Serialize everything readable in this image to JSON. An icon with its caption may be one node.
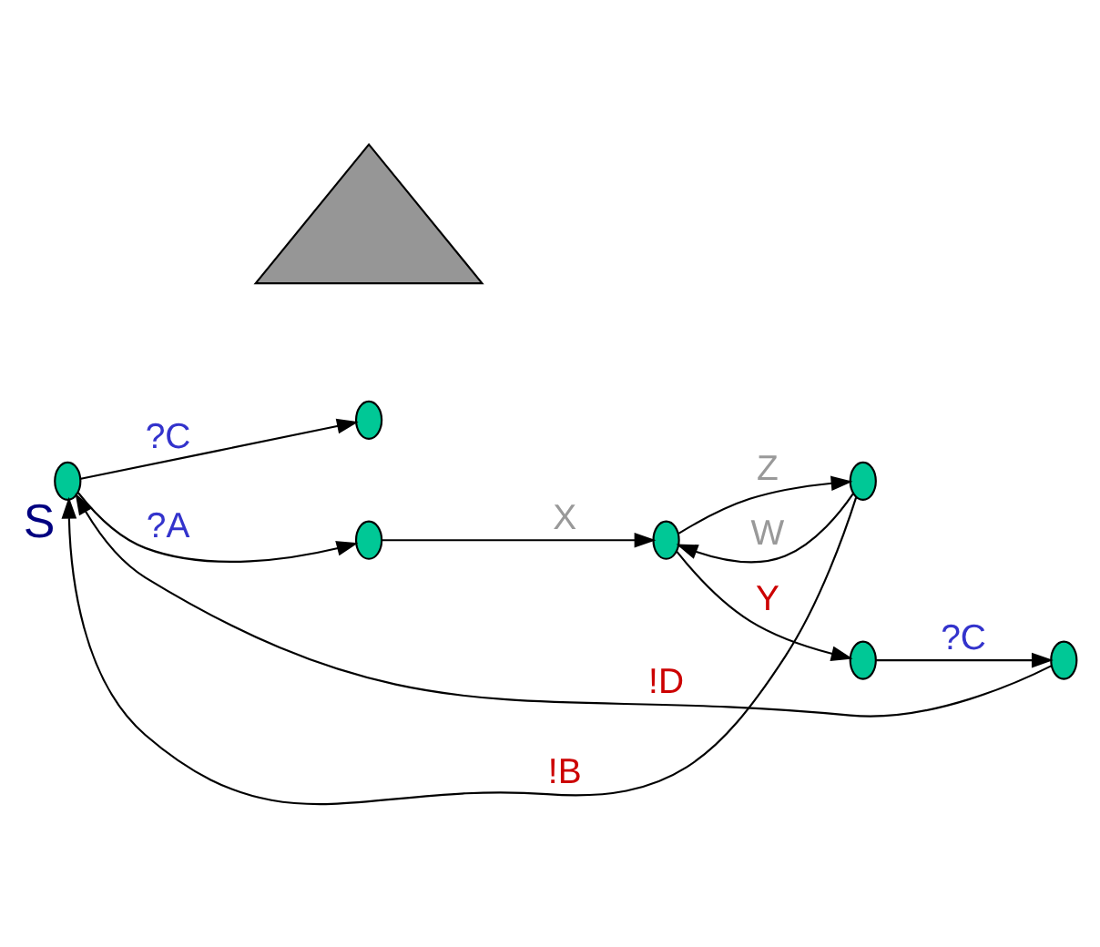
{
  "diagram": {
    "nodes": [
      {
        "text": [],
        "shape": "ellipse",
        "beside": [
          "S"
        ]
      },
      {
        "text": [],
        "shape": "ellipse"
      },
      {
        "text": [],
        "shape": "ellipse"
      },
      {
        "text": [],
        "shape": "ellipse"
      },
      {
        "text": [],
        "shape": "ellipse"
      },
      {
        "text": [],
        "shape": "ellipse"
      },
      {
        "text": [],
        "shape": "ellipse"
      },
      {
        "text": [],
        "shape": "triangle"
      }
    ],
    "edges": [
      {
        "from": 0,
        "to": 1,
        "arrow": "to",
        "label": "?C"
      },
      {
        "from": 0,
        "to": 2,
        "arrow": "to",
        "label": "?A"
      },
      {
        "from": 2,
        "to": 4,
        "arrow": "to",
        "label": "X"
      },
      {
        "from": 4,
        "to": 5,
        "arrow": "to",
        "label": "Z"
      },
      {
        "from": 4,
        "to": 6,
        "arrow": "to",
        "label": "Y"
      },
      {
        "from": 5,
        "to": 4,
        "arrow": "to",
        "label": "W"
      },
      {
        "from": 5,
        "to": 0,
        "arrow": "to",
        "label": "!B"
      },
      {
        "from": 6,
        "to": 3,
        "arrow": "to",
        "label": "?C"
      },
      {
        "from": 3,
        "to": 0,
        "arrow": "to",
        "label": "!D"
      }
    ]
  }
}
